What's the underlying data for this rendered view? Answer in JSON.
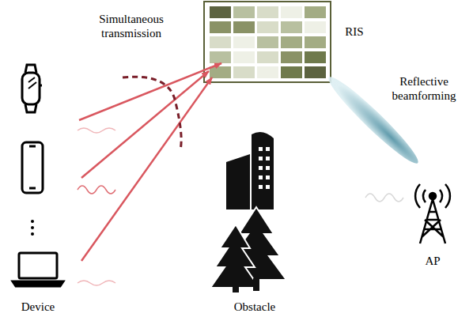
{
  "diagram": {
    "nodes": [
      {
        "text": [
          "RIS"
        ]
      },
      {
        "text": [
          "AP"
        ]
      }
    ],
    "labels": [
      "Simultaneous transmission",
      "Reflective beamforming",
      "Device",
      "Obstacle"
    ]
  }
}
